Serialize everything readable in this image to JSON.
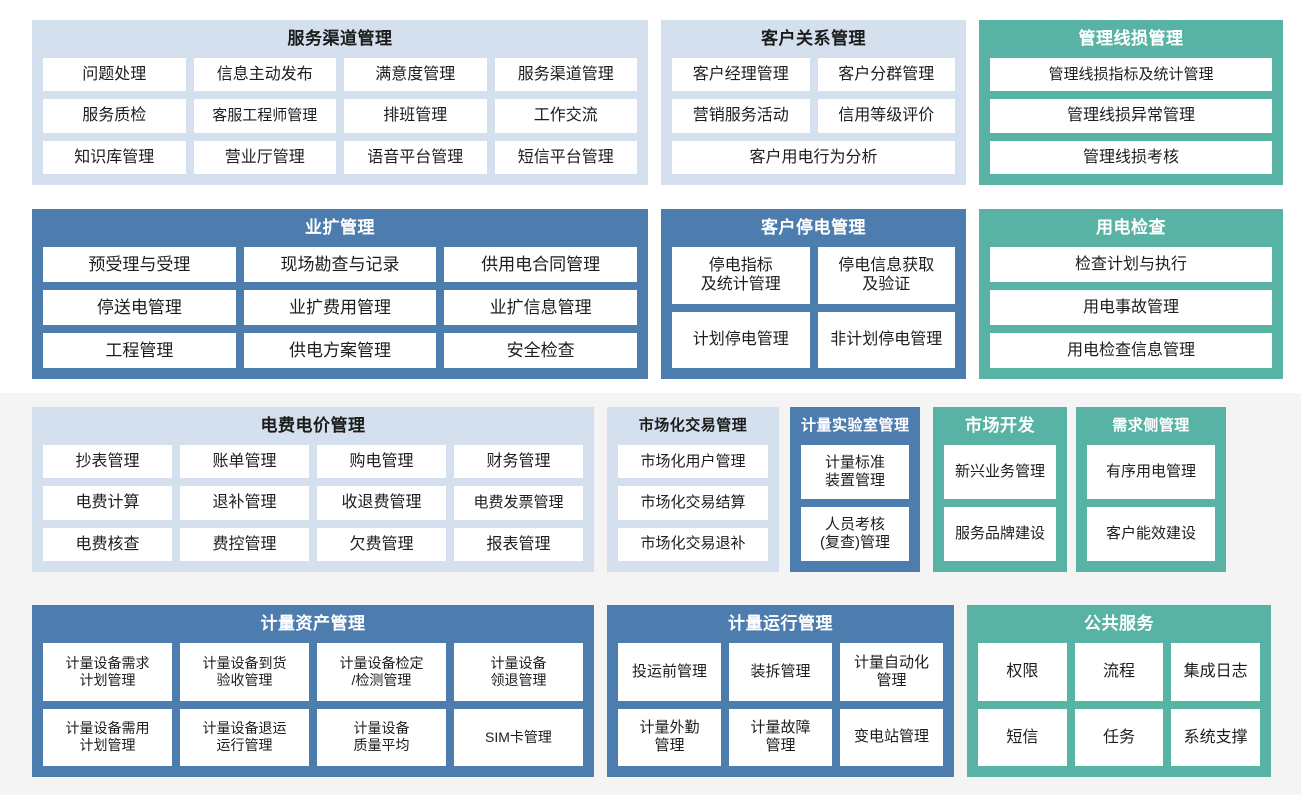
{
  "theme": {
    "light_blue": "#d4e0ed",
    "blue": "#4d7cae",
    "teal": "#58b3a4",
    "band_grey": "#f4f4f5",
    "cell_bg": "#ffffff",
    "page_bg": "#ffffff"
  },
  "rows": [
    {
      "panels": [
        {
          "title": "服务渠道管理",
          "style": "lightblue",
          "grid": [
            [
              "问题处理",
              "信息主动发布",
              "满意度管理",
              "服务渠道管理"
            ],
            [
              "服务质检",
              "客服工程师管理",
              "排班管理",
              "工作交流"
            ],
            [
              "知识库管理",
              "营业厅管理",
              "语音平台管理",
              "短信平台管理"
            ]
          ]
        },
        {
          "title": "客户关系管理",
          "style": "lightblue",
          "grid": [
            [
              "客户经理管理",
              "客户分群管理"
            ],
            [
              "营销服务活动",
              "信用等级评价"
            ],
            [
              "客户用电行为分析"
            ]
          ]
        },
        {
          "title": "管理线损管理",
          "style": "teal",
          "grid": [
            [
              "管理线损指标及统计管理"
            ],
            [
              "管理线损异常管理"
            ],
            [
              "管理线损考核"
            ]
          ]
        }
      ]
    },
    {
      "panels": [
        {
          "title": "业扩管理",
          "style": "blue",
          "grid": [
            [
              "预受理与受理",
              "现场勘查与记录",
              "供用电合同管理"
            ],
            [
              "停送电管理",
              "业扩费用管理",
              "业扩信息管理"
            ],
            [
              "工程管理",
              "供电方案管理",
              "安全检查"
            ]
          ]
        },
        {
          "title": "客户停电管理",
          "style": "blue",
          "grid": [
            [
              "停电指标\n及统计管理",
              "停电信息获取\n及验证"
            ],
            [
              "计划停电管理",
              "非计划停电管理"
            ]
          ]
        },
        {
          "title": "用电检查",
          "style": "teal",
          "grid": [
            [
              "检查计划与执行"
            ],
            [
              "用电事故管理"
            ],
            [
              "用电检查信息管理"
            ]
          ]
        }
      ]
    },
    {
      "panels": [
        {
          "title": "电费电价管理",
          "style": "lightblue",
          "grid": [
            [
              "抄表管理",
              "账单管理",
              "购电管理",
              "财务管理"
            ],
            [
              "电费计算",
              "退补管理",
              "收退费管理",
              "电费发票管理"
            ],
            [
              "电费核查",
              "费控管理",
              "欠费管理",
              "报表管理"
            ]
          ]
        },
        {
          "title": "市场化交易管理",
          "style": "lightblue",
          "grid": [
            [
              "市场化用户管理"
            ],
            [
              "市场化交易结算"
            ],
            [
              "市场化交易退补"
            ]
          ]
        },
        {
          "title": "计量实验室管理",
          "style": "blue",
          "grid": [
            [
              "计量标准\n装置管理"
            ],
            [
              "人员考核\n(复查)管理"
            ]
          ]
        },
        {
          "title": "市场开发",
          "style": "teal",
          "grid": [
            [
              "新兴业务管理"
            ],
            [
              "服务品牌建设"
            ]
          ]
        },
        {
          "title": "需求侧管理",
          "style": "teal",
          "grid": [
            [
              "有序用电管理"
            ],
            [
              "客户能效建设"
            ]
          ]
        }
      ]
    },
    {
      "panels": [
        {
          "title": "计量资产管理",
          "style": "blue",
          "grid": [
            [
              "计量设备需求\n计划管理",
              "计量设备到货\n验收管理",
              "计量设备检定\n/检测管理",
              "计量设备\n领退管理"
            ],
            [
              "计量设备需用\n计划管理",
              "计量设备退运\n运行管理",
              "计量设备\n质量平均",
              "SIM卡管理"
            ]
          ]
        },
        {
          "title": "计量运行管理",
          "style": "blue",
          "grid": [
            [
              "投运前管理",
              "装拆管理",
              "计量自动化\n管理"
            ],
            [
              "计量外勤\n管理",
              "计量故障\n管理",
              "变电站管理"
            ]
          ]
        },
        {
          "title": "公共服务",
          "style": "teal",
          "grid": [
            [
              "权限",
              "流程",
              "集成日志"
            ],
            [
              "短信",
              "任务",
              "系统支撑"
            ]
          ]
        }
      ]
    }
  ]
}
